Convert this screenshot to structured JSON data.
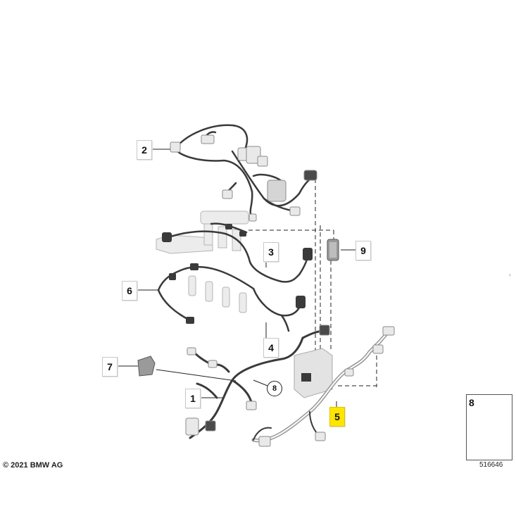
{
  "callouts": [
    {
      "id": "1",
      "highlighted": false
    },
    {
      "id": "2",
      "highlighted": false
    },
    {
      "id": "3",
      "highlighted": false
    },
    {
      "id": "4",
      "highlighted": false
    },
    {
      "id": "5",
      "highlighted": true
    },
    {
      "id": "6",
      "highlighted": false
    },
    {
      "id": "7",
      "highlighted": false
    },
    {
      "id": "8",
      "highlighted": false
    },
    {
      "id": "9",
      "highlighted": false
    }
  ],
  "circle_callout": "8",
  "legend": {
    "part_number": "8"
  },
  "copyright": "© 2021 BMW AG",
  "document_number": "516646",
  "scroll_hint": "‹",
  "colors": {
    "highlight": "#ffe500",
    "harness": "#3a3a3a",
    "part_fill": "#e9e9e9",
    "part_stroke": "#9a9a9a"
  }
}
